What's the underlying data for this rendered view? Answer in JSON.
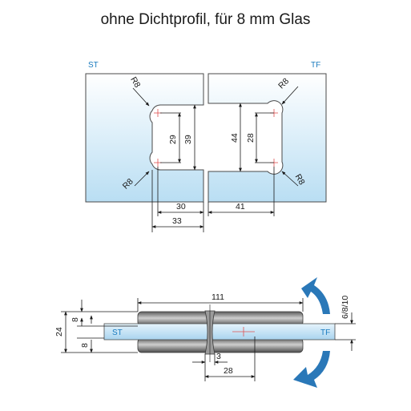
{
  "title": "ohne Dichtprofil, für 8 mm Glas",
  "labels": {
    "st": "ST",
    "tf": "TF"
  },
  "top_view": {
    "radius_top_left": "R8",
    "radius_bottom_left": "R8",
    "radius_top_right": "R8",
    "radius_bottom_right": "R8",
    "dim_29": "29",
    "dim_39": "39",
    "dim_44": "44",
    "dim_28": "28",
    "dim_30": "30",
    "dim_33": "33",
    "dim_41": "41"
  },
  "side_view": {
    "dim_111": "111",
    "dim_24": "24",
    "dim_8_top": "8",
    "dim_8_bottom": "8",
    "dim_glass": "6/8/10",
    "dim_3": "3",
    "dim_28": "28"
  },
  "colors": {
    "glass_top": "#d9eef8",
    "glass_bottom": "#b9ddf2",
    "outline": "#4a4a4a",
    "accent": "#1a7bbf",
    "arrow": "#2a78b8",
    "marker": "#e05050"
  }
}
